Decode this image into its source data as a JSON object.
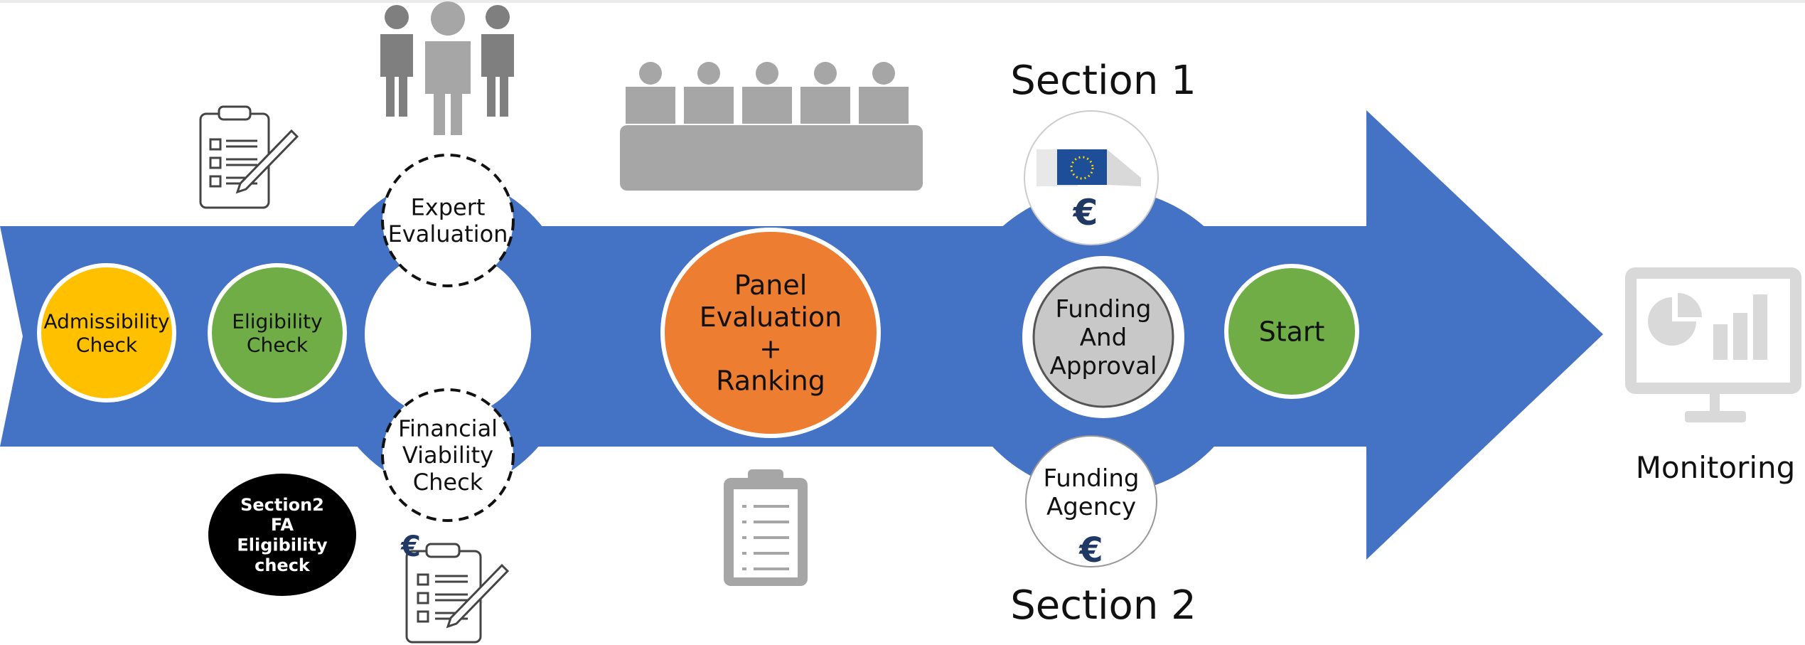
{
  "steps": {
    "admissibility": "Admissibility\nCheck",
    "eligibility": "Eligibility\nCheck",
    "expert_evaluation": "Expert\nEvaluation",
    "financial_viability": "Financial\nViability\nCheck",
    "panel_evaluation": "Panel\nEvaluation\n+\nRanking",
    "funding_approval": "Funding\nAnd\nApproval",
    "start": "Start",
    "funding_agency": "Funding\nAgency",
    "section2_fa": "Section2\nFA\nEligibility\ncheck"
  },
  "headings": {
    "section1": "Section 1",
    "section2": "Section 2",
    "monitoring": "Monitoring"
  },
  "symbols": {
    "euro": "€"
  },
  "colors": {
    "arrow": "#4472c4",
    "admissibility": "#ffc000",
    "eligibility": "#70ad47",
    "panel": "#ed7d31",
    "start": "#70ad47",
    "funding_approval": "#c8c8c8",
    "icon_gray": "#a6a6a6",
    "section2_fa": "#000000"
  },
  "icons": [
    "clipboard-checklist-icon",
    "experts-icon",
    "panel-table-icon",
    "eu-commission-icon",
    "clipboard-icon",
    "monitoring-screen-icon"
  ]
}
